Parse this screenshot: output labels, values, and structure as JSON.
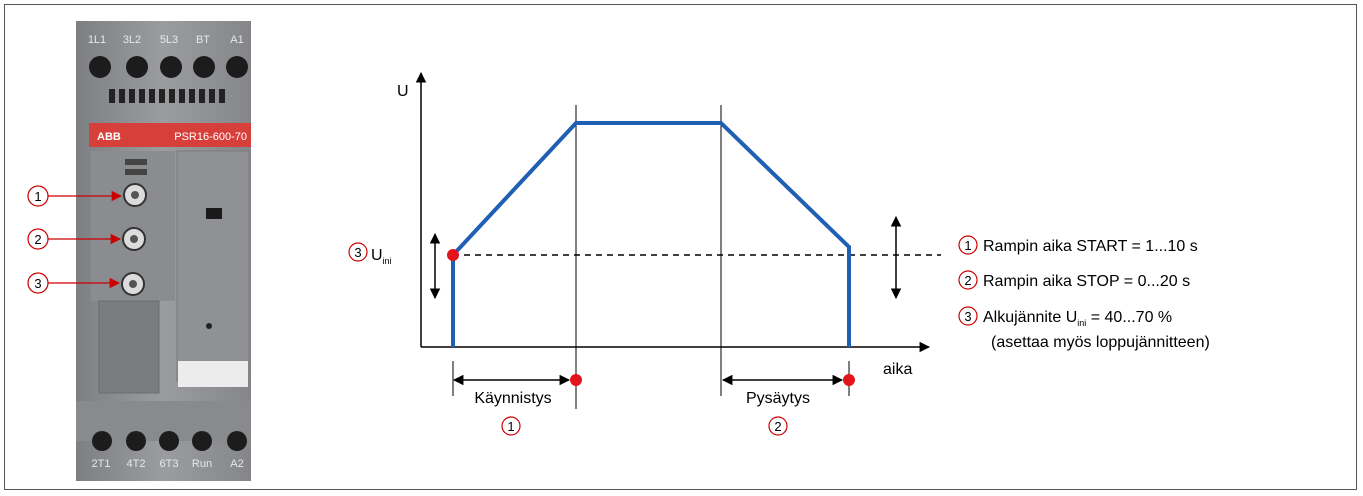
{
  "device": {
    "terminals_top": [
      "1L1",
      "3L2",
      "5L3",
      "BT",
      "A1"
    ],
    "terminals_bottom": [
      "2T1",
      "4T2",
      "6T3",
      "Run",
      "A2"
    ],
    "brand": "ABB",
    "model": "PSR16-600-70",
    "knob_markers": [
      "1",
      "2",
      "3"
    ],
    "colors": {
      "body": "#8e9094",
      "label_red": "#d7403a",
      "marker": "#cc0000"
    }
  },
  "graph": {
    "y_axis_label": "U",
    "x_axis_label": "aika",
    "u_ini_marker": "3",
    "u_ini_label": "U",
    "u_ini_sub": "ini",
    "start_interval_label": "Käynnistys",
    "start_interval_marker": "1",
    "stop_interval_label": "Pysäytys",
    "stop_interval_marker": "2",
    "colors": {
      "curve": "#1f5fb4",
      "dot": "#e3141b"
    }
  },
  "legend": {
    "items": [
      {
        "marker": "1",
        "text": "Rampin aika START = 1...10 s"
      },
      {
        "marker": "2",
        "text": "Rampin aika STOP = 0...20 s"
      },
      {
        "marker": "3",
        "text_before": "Alkujännite U",
        "sub": "ini",
        "text_after": " = 40...70 %",
        "line2": "(asettaa myös loppujännitteen)"
      }
    ]
  }
}
